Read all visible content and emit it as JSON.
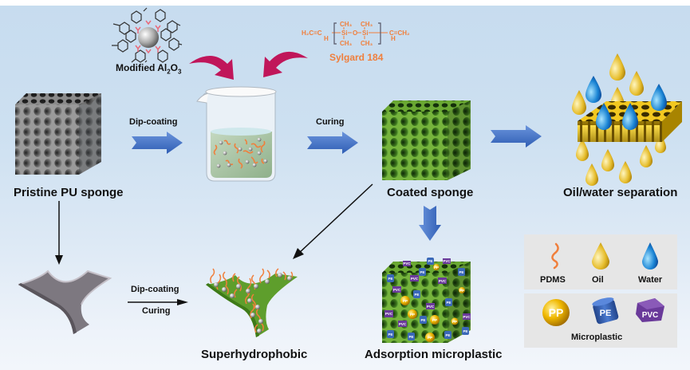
{
  "labels": {
    "modified_al2o3": "Modified Al",
    "al_sub": "2",
    "o": "O",
    "o_sub": "3",
    "pristine": "Pristine PU sponge",
    "dip_coating_top": "Dip-coating",
    "curing_top": "Curing",
    "sylgard": "Sylgard 184",
    "coated": "Coated sponge",
    "oil_water": "Oil/water separation",
    "dip_coating_bottom": "Dip-coating",
    "curing_bottom": "Curing",
    "superhydrophobic": "Superhydrophobic",
    "adsorption": "Adsorption microplastic"
  },
  "formula": {
    "left_group": "H₂C=C",
    "left_h": "H",
    "si1": "Si",
    "o": "O",
    "si2": "Si",
    "ch3": "CH₃",
    "right_group": "C=CH₂",
    "right_h": "H"
  },
  "legend": {
    "row1": [
      {
        "label": "PDMS",
        "icon": "pdms-chain-icon"
      },
      {
        "label": "Oil",
        "icon": "oil-drop-icon"
      },
      {
        "label": "Water",
        "icon": "water-drop-icon"
      }
    ],
    "row2": [
      {
        "label": "PP",
        "icon": "pp-sphere-icon"
      },
      {
        "label": "PE",
        "icon": "pe-cylinder-icon"
      },
      {
        "label": "PVC",
        "icon": "pvc-cube-icon"
      }
    ],
    "row2_title": "Microplastic"
  },
  "colors": {
    "arrow_blue": "#3f6fc6",
    "curved_arrow": "#c0165a",
    "pdms_orange": "#f07f3c",
    "oil_gold": "#e8b820",
    "water_blue": "#1a78c8",
    "sponge_gray": "#555555",
    "sponge_green": "#5e9e2c",
    "pvc_purple": "#6a3a9a",
    "pe_blue": "#3a68b8",
    "pp_yellow": "#f0b800"
  }
}
